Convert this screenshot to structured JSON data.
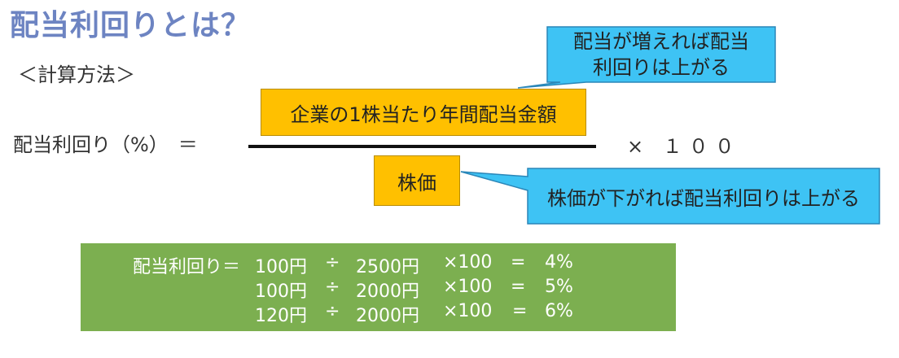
{
  "title": "配当利回りとは？",
  "subtitle": "＜計算方法＞",
  "formula": {
    "label": "配当利回り（%）　＝",
    "numerator": "企業の1株当たり年間配当金額",
    "denominator": "株価",
    "multiplier": "× １００"
  },
  "callouts": {
    "dividend_up": [
      "配当が増えれば配当",
      "利回りは上がる"
    ],
    "price_down": "株価が下がれば配当利回りは上がる"
  },
  "examples": {
    "prefix": "配当利回り＝",
    "rows": [
      {
        "dividend": "100円",
        "divide": "÷",
        "price": "2500円",
        "times": "×100",
        "equals": "=",
        "result": "4%"
      },
      {
        "dividend": "100円",
        "divide": "÷",
        "price": "2000円",
        "times": "×100",
        "equals": "=",
        "result": "5%"
      },
      {
        "dividend": "120円",
        "divide": "÷",
        "price": "2000円",
        "times": "×100",
        "equals": "=",
        "result": "6%"
      }
    ]
  },
  "colors": {
    "title": "#6d84c2",
    "formula_box": "#ffc000",
    "callout": "#3ec3f4",
    "example_box": "#7caf50"
  }
}
